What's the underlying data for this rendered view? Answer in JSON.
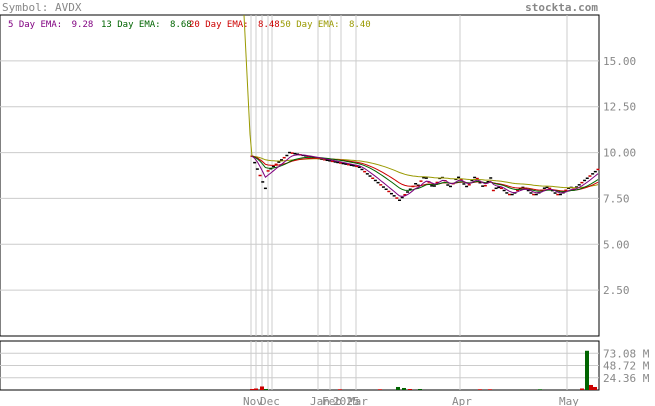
{
  "chart_data": {
    "type": "line",
    "symbol_label": "Symbol: AVDX",
    "site_label": "stockta.com",
    "legend": [
      {
        "label": "5 Day EMA:",
        "value": "9.28",
        "color": "#800080"
      },
      {
        "label": "13 Day EMA:",
        "value": "8.68",
        "color": "#006400"
      },
      {
        "label": "20 Day EMA:",
        "value": "8.48",
        "color": "#cc0000"
      },
      {
        "label": "50 Day EMA:",
        "value": "8.40",
        "color": "#999900"
      }
    ],
    "price_ticks": [
      "15.00",
      "12.50",
      "10.00",
      "7.50",
      "5.00",
      "2.50"
    ],
    "volume_ticks": [
      "73.08 M",
      "48.72 M",
      "24.36 M"
    ],
    "x_labels": [
      "Nov",
      "Dec",
      "Jan",
      "Feb",
      "2025",
      "Mar",
      "Apr",
      "May"
    ],
    "price_ylim": [
      0,
      17.5
    ],
    "volume_ylim": [
      0,
      97.44
    ],
    "grid": true,
    "colors": {
      "ema5": "#800080",
      "ema13": "#006400",
      "ema20": "#cc0000",
      "ema50": "#999900",
      "up_volume": "#006400",
      "down_volume": "#cc0000",
      "grid": "#cccccc"
    }
  }
}
